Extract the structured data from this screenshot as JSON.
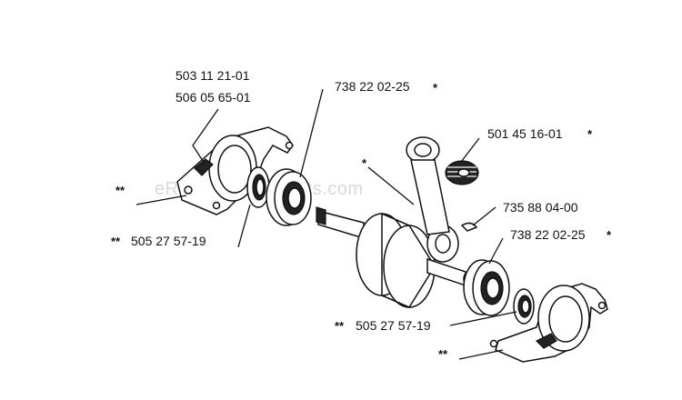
{
  "watermark": "eReplacementParts.com",
  "callouts": {
    "left_housing_pn_1": "503 11 21-01",
    "left_housing_pn_2": "506 05 65-01",
    "left_housing_mark": "**",
    "left_bearing_pn": "738 22 02-25",
    "left_bearing_mark": "*",
    "left_seal_pn": "505 27 57-19",
    "left_seal_mark": "**",
    "needle_bearing_pn": "501 45 16-01",
    "needle_bearing_mark": "*",
    "crankshaft_mark": "*",
    "key_pn": "735 88 04-00",
    "right_bearing_pn": "738 22 02-25",
    "right_bearing_mark": "*",
    "right_seal_pn": "505 27 57-19",
    "right_seal_mark": "**",
    "right_housing_mark": "**"
  }
}
